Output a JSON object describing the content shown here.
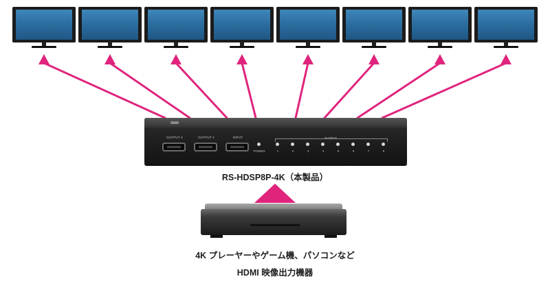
{
  "monitors": {
    "count": 8,
    "icon": "monitor-icon",
    "screen_color": "#2f74a8"
  },
  "arrow_color": "#e0247d",
  "device": {
    "port_labels": [
      "OUTPUT 2",
      "OUTPUT 1",
      "INPUT"
    ],
    "power_label": "POWER",
    "output_label": "OUTPUT",
    "output_numbers": [
      "1",
      "2",
      "3",
      "4",
      "5",
      "6",
      "7",
      "8"
    ],
    "caption": "RS-HDSP8P-4K（本製品）"
  },
  "source": {
    "caption_line1": "4K プレーヤーやゲーム機、パソコンなど",
    "caption_line2": "HDMI 映像出力機器"
  }
}
